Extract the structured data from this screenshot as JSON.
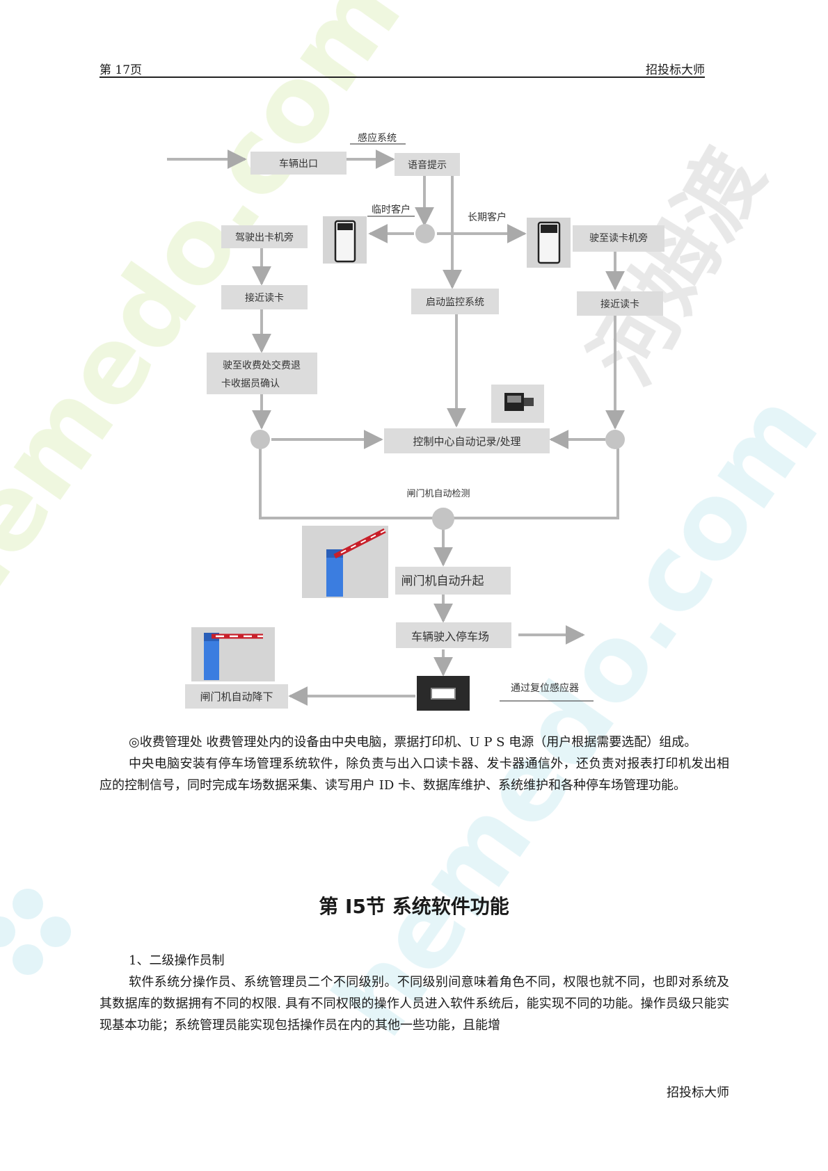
{
  "header": {
    "page_label": "第 17页",
    "brand": "招投标大师"
  },
  "flowchart": {
    "sensor_label": "感应系统",
    "vehicle_exit": "车辆出口",
    "voice_prompt": "语音提示",
    "temp_customer": "临时客户",
    "long_customer": "长期客户",
    "drive_to_dispenser": "驾驶出卡机旁",
    "drive_to_reader": "驶至读卡机旁",
    "proximity_read_left": "接近读卡",
    "proximity_read_right": "接近读卡",
    "start_monitor": "启动监控系统",
    "pay_line1": "驶至收费处交费退",
    "pay_line2": "卡收据员确认",
    "control_center": "控制中心自动记录/处理",
    "gate_auto_detect": "闸门机自动检测",
    "gate_auto_raise": "闸门机自动升起",
    "vehicle_enter": "车辆驶入停车场",
    "gate_auto_lower": "闸门机自动降下",
    "pass_sensor": "通过复位感应器"
  },
  "paragraphs": {
    "p1": "◎收费管理处 收费管理处内的设备由中央电脑，票据打印机、U P S 电源（用户根据需要选配）组成。",
    "p2": "中央电脑安装有停车场管理系统软件，除负责与出入口读卡器、发卡器通信外，还负责对报表打印机发出相应的控制信号，同时完成车场数据采集、读写用户 ID 卡、数据库维护、系统维护和各种停车场管理功能。",
    "section_title": "第 I5节 系统软件功能",
    "item1": "1、二级操作员制",
    "p3": "软件系统分操作员、系统管理员二个不同级别。不同级别间意味着角色不同，权限也就不同，也即对系统及其数据库的数据拥有不同的权限. 具有不同权限的操作人员进入软件系统后，能实现不同的功能。操作员级只能实现基本功能；系统管理员能实现包括操作员在内的其他一些功能，且能增"
  },
  "watermark": {
    "cn": "河姆渡",
    "en": "hemedo.com"
  },
  "footer": {
    "brand": "招投标大师"
  },
  "colors": {
    "box": "#dcdcdc",
    "arrow": "#a9a9a9",
    "gate_blue": "#3b7de0",
    "barrier_red": "#c8202a",
    "watermark_green": "#eef6dc",
    "watermark_cyan": "#e3f4f8"
  }
}
